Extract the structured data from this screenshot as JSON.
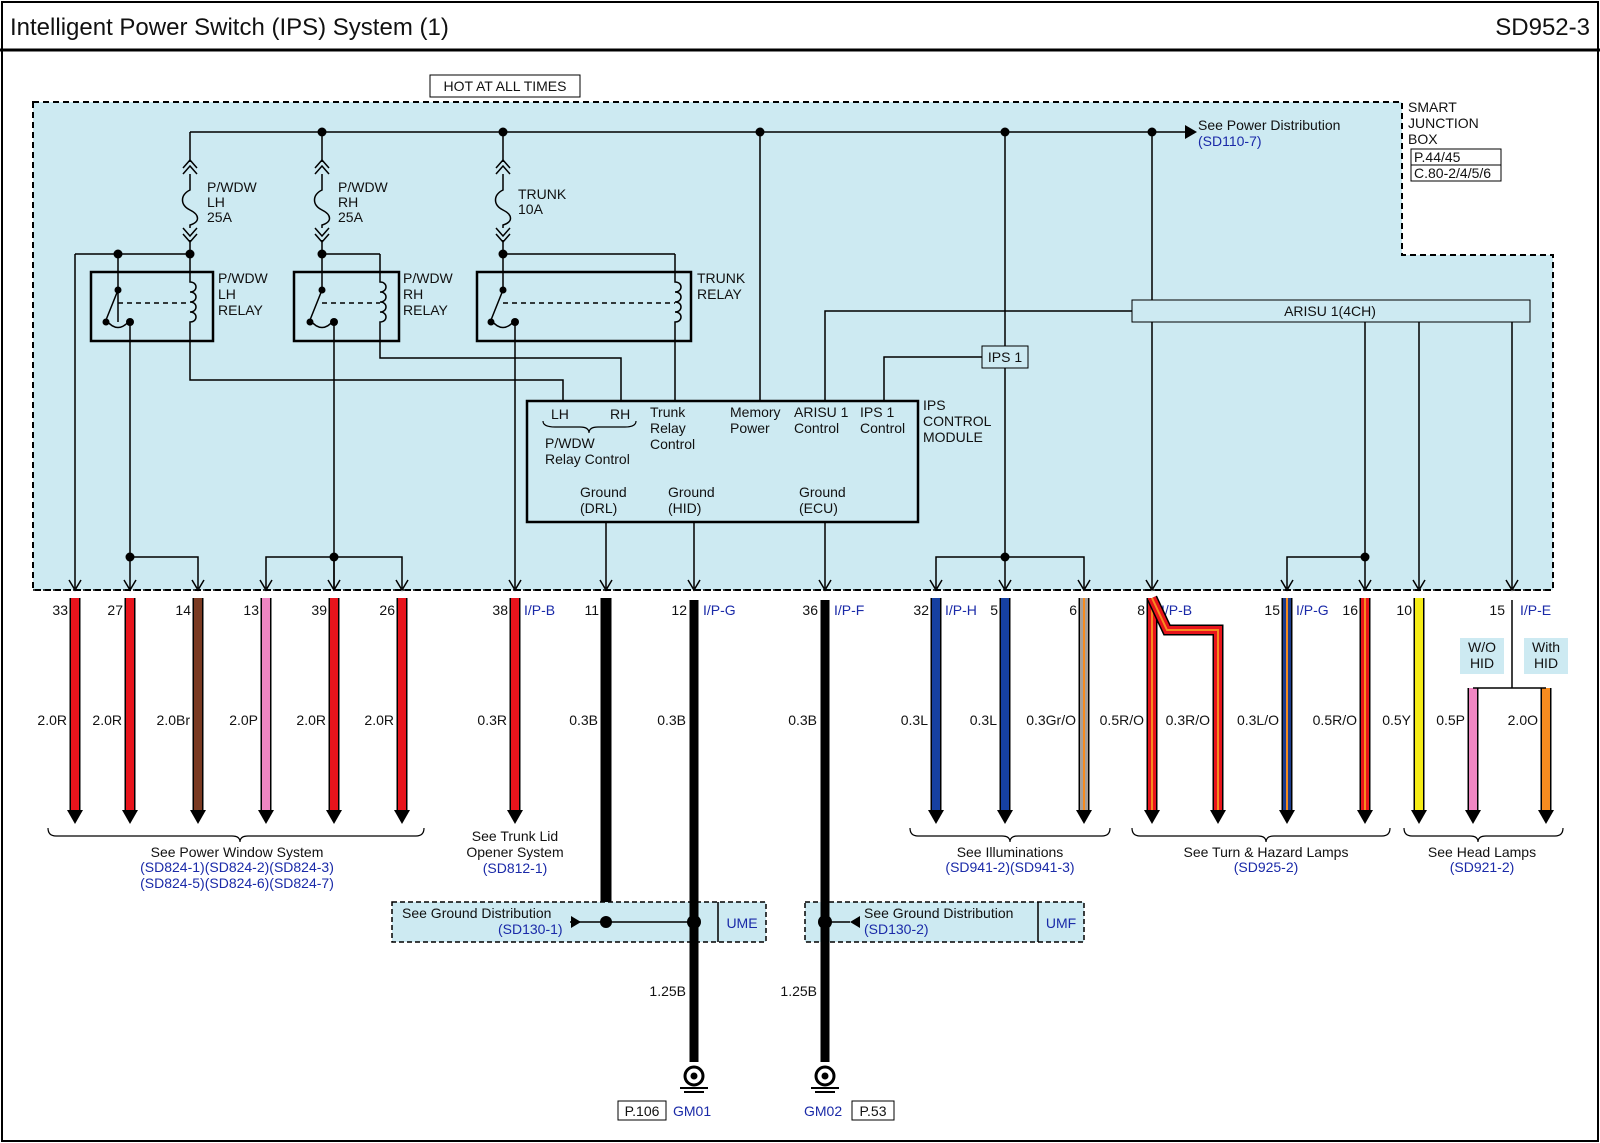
{
  "header": {
    "title": "Intelligent Power Switch (IPS) System (1)",
    "page_code": "SD952-3"
  },
  "hot_label": "HOT AT ALL TIMES",
  "junction_box": {
    "name": [
      "SMART",
      "JUNCTION",
      "BOX"
    ],
    "refs": [
      "P.44/45",
      "C.80-2/4/5/6"
    ]
  },
  "power_dist": {
    "text": "See Power Distribution",
    "ref": "(SD110-7)"
  },
  "fuses": [
    {
      "lines": [
        "P/WDW",
        "LH",
        "25A"
      ]
    },
    {
      "lines": [
        "P/WDW",
        "RH",
        "25A"
      ]
    },
    {
      "lines": [
        "TRUNK",
        "10A"
      ]
    }
  ],
  "relays": [
    {
      "lines": [
        "P/WDW",
        "LH",
        "RELAY"
      ]
    },
    {
      "lines": [
        "P/WDW",
        "RH",
        "RELAY"
      ]
    },
    {
      "lines": [
        "TRUNK",
        "RELAY"
      ]
    }
  ],
  "arisu_label": "ARISU 1(4CH)",
  "ips1_label": "IPS 1",
  "module": {
    "name": [
      "IPS",
      "CONTROL",
      "MODULE"
    ],
    "lh": "LH",
    "rh": "RH",
    "pwdw_control": [
      "P/WDW",
      "Relay Control"
    ],
    "trunk_control": [
      "Trunk",
      "Relay",
      "Control"
    ],
    "memory_power": [
      "Memory",
      "Power"
    ],
    "arisu_control": [
      "ARISU 1",
      "Control"
    ],
    "ips1_control": [
      "IPS 1",
      "Control"
    ],
    "grounds": [
      [
        "Ground",
        "(DRL)"
      ],
      [
        "Ground",
        "(HID)"
      ],
      [
        "Ground",
        "(ECU)"
      ]
    ]
  },
  "wires": [
    {
      "pin": "33",
      "conn": "",
      "label": "2.0R",
      "color": "#e8141c"
    },
    {
      "pin": "27",
      "conn": "",
      "label": "2.0R",
      "color": "#e8141c"
    },
    {
      "pin": "14",
      "conn": "",
      "label": "2.0Br",
      "color": "#7a3a22"
    },
    {
      "pin": "13",
      "conn": "",
      "label": "2.0P",
      "color": "#ef86c2"
    },
    {
      "pin": "39",
      "conn": "",
      "label": "2.0R",
      "color": "#e8141c"
    },
    {
      "pin": "26",
      "conn": "",
      "label": "2.0R",
      "color": "#e8141c"
    },
    {
      "pin": "38",
      "conn": "I/P-B",
      "label": "0.3R",
      "color": "#e8141c"
    },
    {
      "pin": "11",
      "conn": "",
      "label": "0.3B",
      "color": "#000000"
    },
    {
      "pin": "12",
      "conn": "I/P-G",
      "label": "0.3B",
      "color": "#000000"
    },
    {
      "pin": "36",
      "conn": "I/P-F",
      "label": "0.3B",
      "color": "#000000"
    },
    {
      "pin": "32",
      "conn": "I/P-H",
      "label": "0.3L",
      "color": "#1640a0"
    },
    {
      "pin": "5",
      "conn": "",
      "label": "0.3L",
      "color": "#1640a0"
    },
    {
      "pin": "6",
      "conn": "",
      "label": "0.3Gr/O",
      "color": "#a99f98"
    },
    {
      "pin": "8",
      "conn": "I/P-B",
      "label": "0.5R/O",
      "color": "#e8141c"
    },
    {
      "pin": "",
      "conn": "",
      "label": "0.3R/O",
      "color": "#e8141c"
    },
    {
      "pin": "15",
      "conn": "I/P-G",
      "label": "0.3L/O",
      "color": "#1c3c8c"
    },
    {
      "pin": "16",
      "conn": "",
      "label": "0.5R/O",
      "color": "#e8141c"
    },
    {
      "pin": "10",
      "conn": "",
      "label": "0.5Y",
      "color": "#f5ec16"
    },
    {
      "pin": "15",
      "conn": "I/P-E",
      "label": "0.5P",
      "color": "#ef86c2"
    },
    {
      "pin": "",
      "conn": "",
      "label": "2.0O",
      "color": "#f68b1f"
    }
  ],
  "hid_tags": {
    "without": [
      "W/O",
      "HID"
    ],
    "with": [
      "With",
      "HID"
    ]
  },
  "refs": [
    {
      "lines": [
        "See Power Window System"
      ],
      "links": [
        "(SD824-1)(SD824-2)(SD824-3)",
        "(SD824-5)(SD824-6)(SD824-7)"
      ]
    },
    {
      "lines": [
        "See Trunk Lid",
        "Opener System"
      ],
      "links": [
        "(SD812-1)"
      ]
    },
    {
      "lines": [
        "See Illuminations"
      ],
      "links": [
        "(SD941-2)(SD941-3)"
      ]
    },
    {
      "lines": [
        "See Turn & Hazard Lamps"
      ],
      "links": [
        "(SD925-2)"
      ]
    },
    {
      "lines": [
        "See Head Lamps"
      ],
      "links": [
        "(SD921-2)"
      ]
    }
  ],
  "ground_dist": [
    {
      "text": "See Ground Distribution",
      "ref": "(SD130-1)",
      "tag": "UME"
    },
    {
      "text": "See Ground Distribution",
      "ref": "(SD130-2)",
      "tag": "UMF"
    }
  ],
  "ground_wire_label": "1.25B",
  "grounds": [
    {
      "page": "P.106",
      "name": "GM01"
    },
    {
      "page": "P.53",
      "name": "GM02"
    }
  ],
  "colors": {
    "box_fill": "#cdeaf2",
    "link": "#1a2aa8",
    "border": "#000000"
  }
}
